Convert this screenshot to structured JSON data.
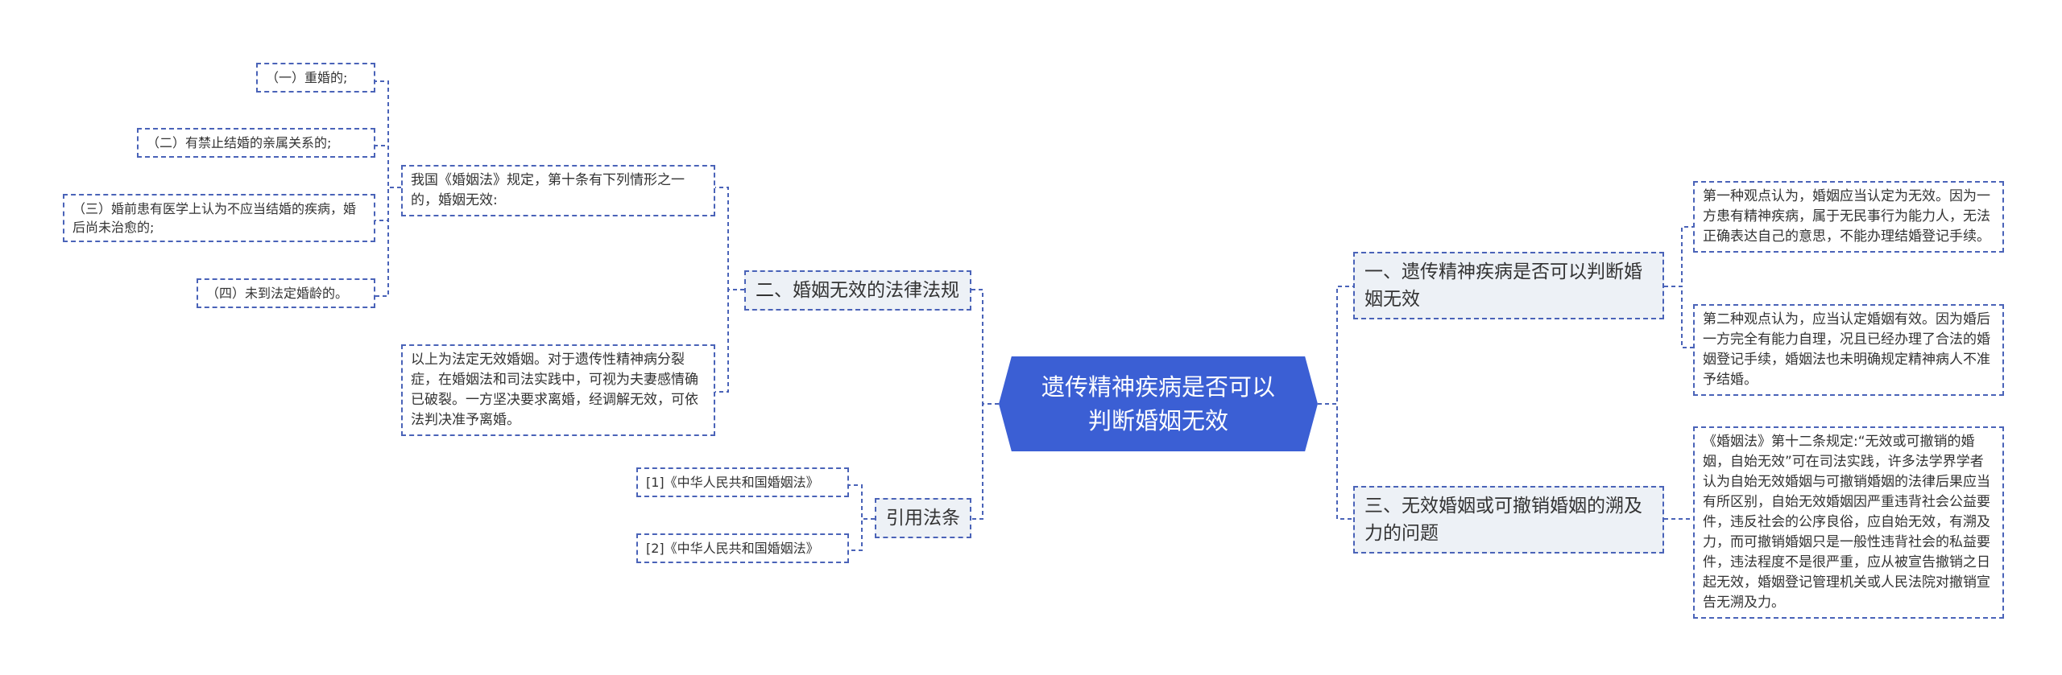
{
  "root": {
    "title": "遗传精神疾病是否可以判断婚姻无效"
  },
  "right_branches": [
    {
      "label": "一、遗传精神疾病是否可以判断婚姻无效",
      "leaves": [
        "第一种观点认为，婚姻应当认定为无效。因为一方患有精神疾病，属于无民事行为能力人，无法正确表达自己的意思，不能办理结婚登记手续。",
        "第二种观点认为，应当认定婚姻有效。因为婚后一方完全有能力自理，况且已经办理了合法的婚姻登记手续，婚姻法也未明确规定精神病人不准予结婚。"
      ]
    },
    {
      "label": "三、无效婚姻或可撤销婚姻的溯及力的问题",
      "leaves": [
        "《婚姻法》第十二条规定:“无效或可撤销的婚姻，自始无效”可在司法实践，许多法学界学者认为自始无效婚姻与可撤销婚姻的法律后果应当有所区别，自始无效婚姻因严重违背社会公益要件，违反社会的公序良俗，应自始无效，有溯及力，而可撤销婚姻只是一般性违背社会的私益要件，违法程度不是很严重，应从被宣告撤销之日起无效，婚姻登记管理机关或人民法院对撤销宣告无溯及力。"
      ]
    }
  ],
  "left_branches": [
    {
      "label": "二、婚姻无效的法律法规",
      "sub": {
        "text": "我国《婚姻法》规定，第十条有下列情形之一的，婚姻无效:",
        "items": [
          "（一）重婚的;",
          "（二）有禁止结婚的亲属关系的;",
          "（三）婚前患有医学上认为不应当结婚的疾病，婚后尚未治愈的;",
          "（四）未到法定婚龄的。"
        ]
      },
      "note": "以上为法定无效婚姻。对于遗传性精神病分裂症，在婚姻法和司法实践中，可视为夫妻感情确已破裂。一方坚决要求离婚，经调解无效，可依法判决准予离婚。"
    },
    {
      "label": "引用法条",
      "items": [
        "[1]《中华人民共和国婚姻法》",
        "[2]《中华人民共和国婚姻法》"
      ]
    }
  ],
  "colors": {
    "root_fill": "#3b5fd4",
    "branch_fill": "#edf1f6",
    "line": "#4a63b8"
  }
}
